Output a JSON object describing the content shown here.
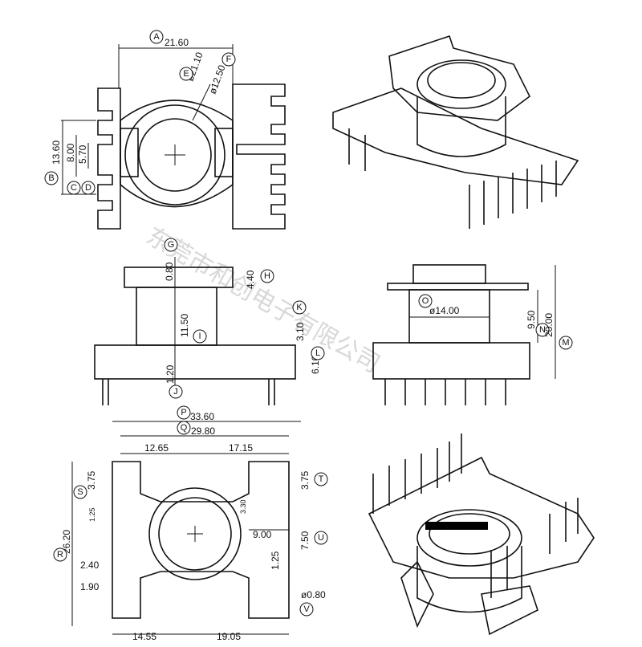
{
  "watermark": "东莞市和创电子有限公司",
  "top_view": {
    "dims": {
      "A": "21.60",
      "B": "13.60",
      "C": "8.00",
      "D": "5.70",
      "E": "ø21.10",
      "F": "ø12.50"
    },
    "tags": [
      "A",
      "B",
      "C",
      "D",
      "E",
      "F"
    ]
  },
  "side_view": {
    "dims": {
      "G": "0.80",
      "H": "4.40",
      "I": "11.50",
      "J": "1.20",
      "K": "3.10",
      "L": "6.10"
    },
    "tags": [
      "G",
      "H",
      "I",
      "J",
      "K",
      "L"
    ]
  },
  "front_view": {
    "dims": {
      "O": "ø14.00",
      "N": "9.50",
      "M": "20.00"
    },
    "tags": [
      "O",
      "N",
      "M"
    ]
  },
  "bottom_view": {
    "dims": {
      "P": "33.60",
      "Q": "29.80",
      "left_span": "12.65",
      "right_span": "17.15",
      "R": "26.20",
      "S": "3.75",
      "T": "3.75",
      "pitch_a": "1.25",
      "pitch_b": "3.30",
      "U": "7.50",
      "width_9": "9.00",
      "gap_240": "2.40",
      "gap_190": "1.90",
      "pitch_c": "1.25",
      "V": "ø0.80",
      "bottom_left": "14.55",
      "bottom_right": "19.05"
    },
    "tags": [
      "P",
      "Q",
      "R",
      "S",
      "T",
      "U",
      "V"
    ]
  }
}
